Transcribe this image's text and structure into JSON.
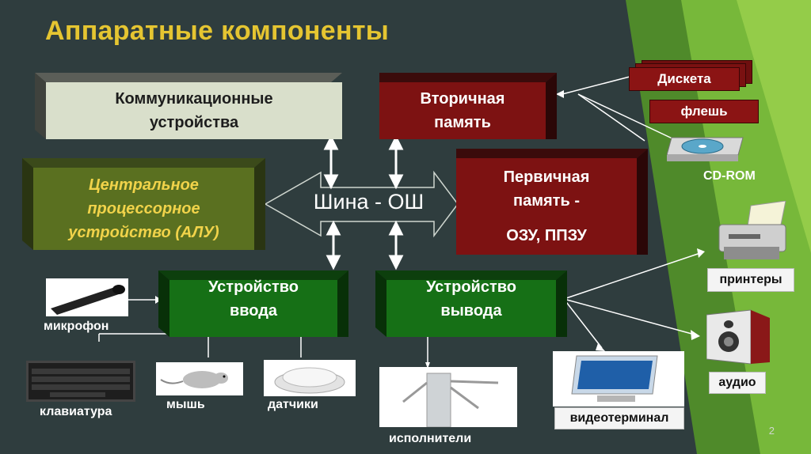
{
  "title": "Аппаратные компоненты",
  "bus_label": "Шина - ОШ",
  "boxes": {
    "communication": "Коммуникационные\nустройства",
    "secondary_memory": "Вторичная\nпамять",
    "cpu": "Центральное\nпроцессорное\nустройство (АЛУ)",
    "primary_memory": "Первичная\nпамять -",
    "primary_memory_types": "ОЗУ, ППЗУ",
    "input_device": "Устройство\nввода",
    "output_device": "Устройство\nвывода"
  },
  "media": {
    "diskette": "Дискета",
    "flash": "флешь",
    "cdrom": "CD-ROM"
  },
  "input_items": {
    "microphone": "микрофон",
    "keyboard": "клавиатура",
    "mouse": "мышь",
    "sensors": "датчики"
  },
  "output_items": {
    "printers": "принтеры",
    "audio": "аудио",
    "video_terminal": "видеотерминал",
    "actuators": "исполнители"
  },
  "page_number": "2",
  "colors": {
    "background": "#2f3d3e",
    "title": "#e5c531",
    "memory_red": "#7d1212",
    "device_green": "#167016",
    "cpu_olive": "#5a7020"
  }
}
